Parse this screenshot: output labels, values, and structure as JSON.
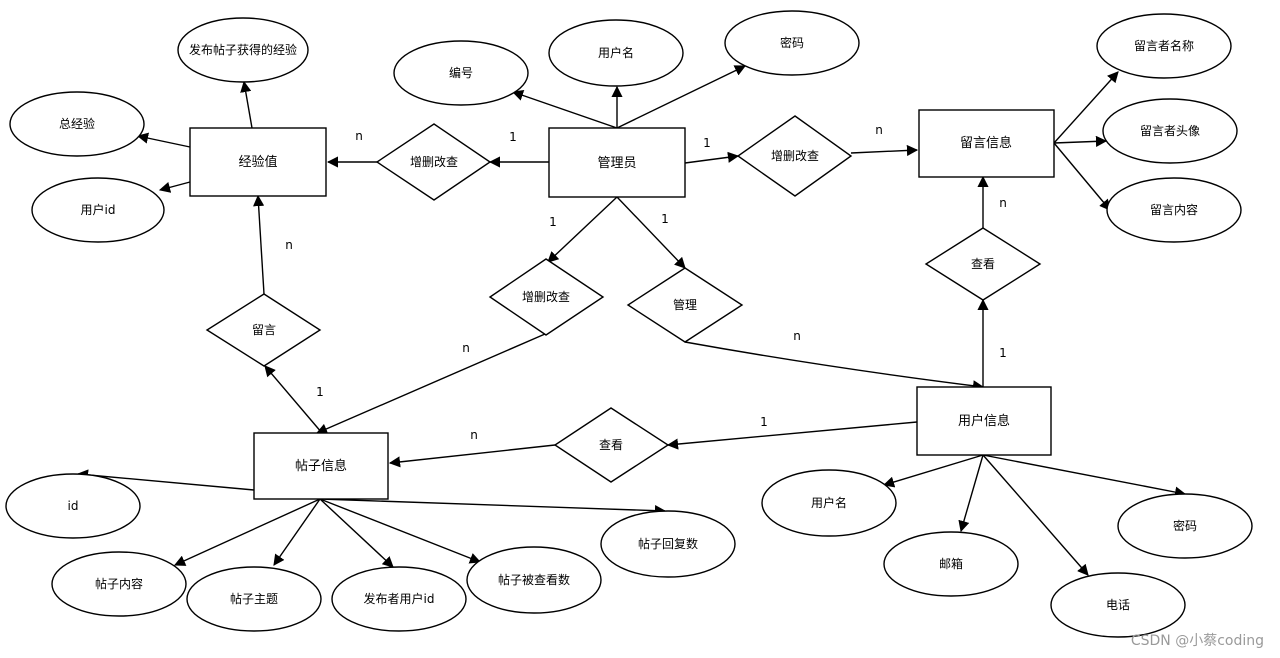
{
  "entities": {
    "admin": "管理员",
    "experience": "经验值",
    "message": "留言信息",
    "post": "帖子信息",
    "user": "用户信息"
  },
  "relationships": {
    "admin_exp": "增删改查",
    "admin_msg": "增删改查",
    "admin_post": "增删改查",
    "admin_manage": "管理",
    "leave_message": "留言",
    "user_view_msg": "查看",
    "user_view_post": "查看"
  },
  "attributes": {
    "post_exp_gain": "发布帖子获得的经验",
    "total_exp": "总经验",
    "exp_user_id": "用户id",
    "admin_number": "编号",
    "admin_username": "用户名",
    "admin_password": "密码",
    "msg_author_name": "留言者名称",
    "msg_author_avatar": "留言者头像",
    "msg_content": "留言内容",
    "post_id": "id",
    "post_content": "帖子内容",
    "post_subject": "帖子主题",
    "post_author_id": "发布者用户id",
    "post_view_count": "帖子被查看数",
    "post_reply_count": "帖子回复数",
    "user_username": "用户名",
    "user_email": "邮箱",
    "user_phone": "电话",
    "user_password": "密码"
  },
  "cardinalities": {
    "admin_exp_left": "n",
    "admin_exp_right": "1",
    "admin_msg_left": "1",
    "admin_msg_right": "n",
    "admin_post_top": "1",
    "admin_manage_top": "1",
    "post_side": "n",
    "user_manage_side": "n",
    "exp_leave_side": "n",
    "post_leave_side": "1",
    "msg_view_side": "n",
    "user_view_msg_side": "1",
    "post_view_side": "n",
    "user_view_post_side": "1"
  },
  "watermark": "CSDN @小蔡coding"
}
